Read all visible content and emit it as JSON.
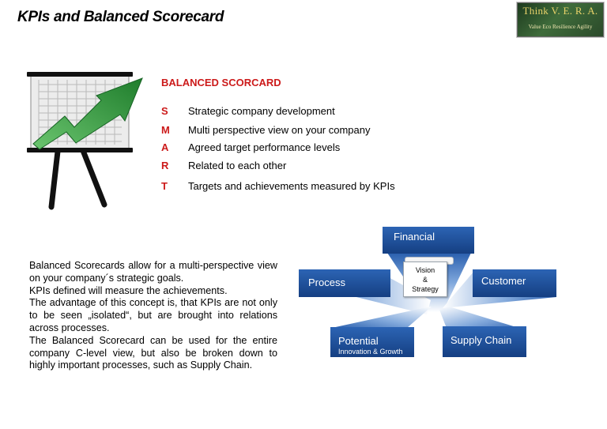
{
  "header": {
    "title": "KPIs and Balanced Scorecard"
  },
  "logo": {
    "main": "Think V. E. R. A.",
    "sub": "Value Eco Resilience Agility"
  },
  "scorecard": {
    "heading": "BALANCED SCORCARD",
    "items": [
      {
        "letter": "S",
        "text": "Strategic company development"
      },
      {
        "letter": "M",
        "text": "Multi perspective view on your company"
      },
      {
        "letter": "A",
        "text": "Agreed target performance levels"
      },
      {
        "letter": "R",
        "text": "Related to each other"
      },
      {
        "letter": "T",
        "text": "Targets and achievements measured by KPIs"
      }
    ]
  },
  "body": {
    "paragraphs": [
      "Balanced Scorecards allow for a multi-perspective view on your company´s strategic goals.",
      "KPIs defined will measure the achievements.",
      "The advantage of this concept is, that KPIs are not only to be seen „isolated“, but are brought into relations across processes.",
      "The Balanced Scorecard can be used for the entire company C-level view, but also be broken down to highly important processes, such as Supply Chain."
    ]
  },
  "diagram": {
    "center": {
      "line1": "Vision",
      "line2": "&",
      "line3": "Strategy"
    },
    "financial": "Financial",
    "process": "Process",
    "customer": "Customer",
    "potential": "Potential",
    "potential_sub": "Innovation & Growth",
    "supply_chain": "Supply Chain"
  },
  "colors": {
    "accent_red": "#cc1a1a",
    "box_blue": "#1d4f9a",
    "arrow_green": "#2f9b3a"
  },
  "icons": {
    "chart": "presentation-board-growth-chart-icon"
  }
}
